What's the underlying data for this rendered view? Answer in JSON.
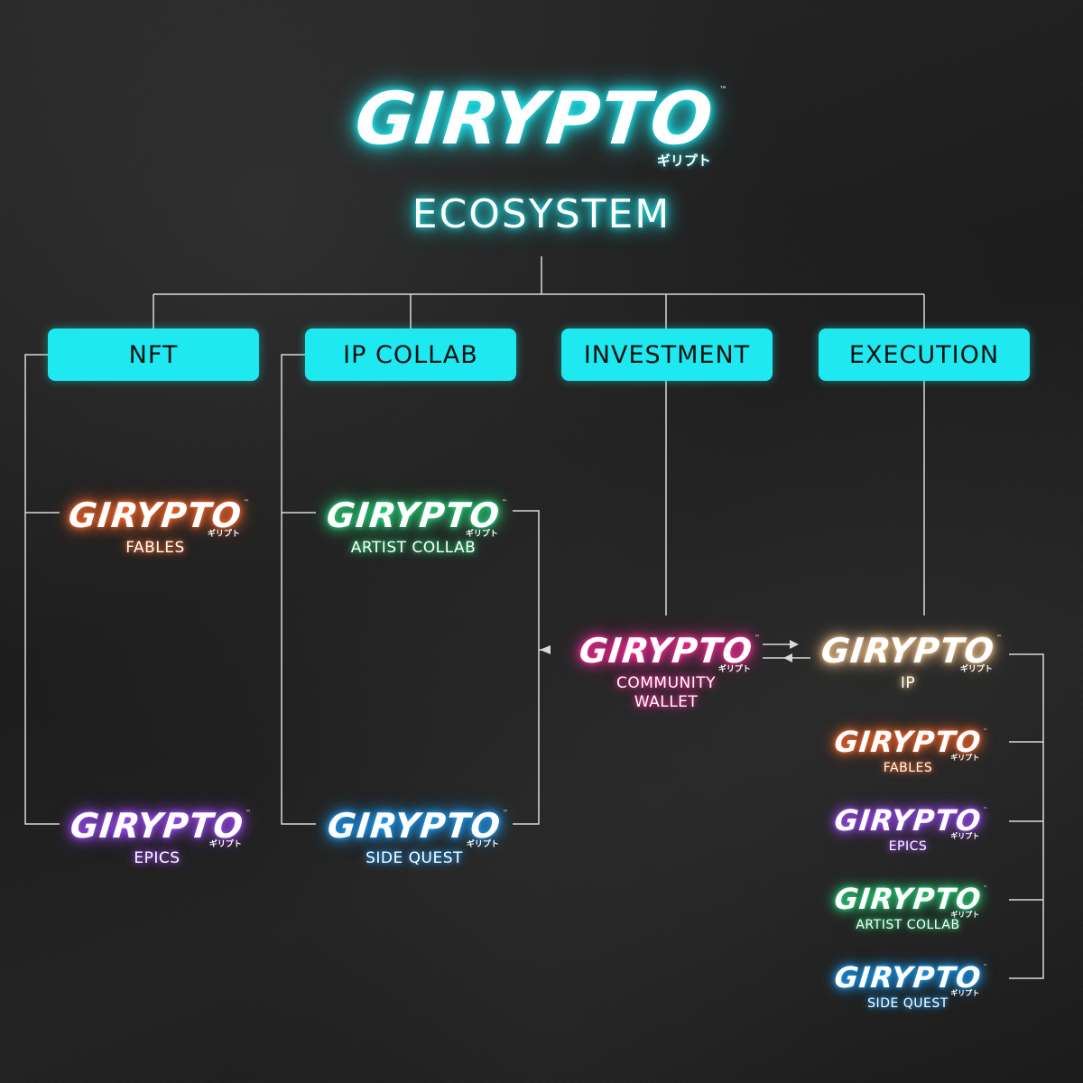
{
  "colors": {
    "cyan": "#1ee8f0",
    "orange": "#ff6a2c",
    "green": "#2ad67c",
    "pink": "#ff2a9a",
    "purple": "#a24dff",
    "blue": "#1ea2ff",
    "gold": "#f2c28a",
    "line": "#d9d9d9"
  },
  "header": {
    "brand": "GIRYPTO",
    "kana": "ギリプト",
    "tm": "™",
    "subtitle": "ECOSYSTEM"
  },
  "categories": [
    {
      "label": "NFT"
    },
    {
      "label": "IP COLLAB"
    },
    {
      "label": "INVESTMENT"
    },
    {
      "label": "EXECUTION"
    }
  ],
  "nodes": {
    "nft_fables": {
      "brand": "GIRYPTO",
      "kana": "ギリプト",
      "tm": "™",
      "label": "FABLES"
    },
    "nft_epics": {
      "brand": "GIRYPTO",
      "kana": "ギリプト",
      "tm": "™",
      "label": "EPICS"
    },
    "ip_artist_collab": {
      "brand": "GIRYPTO",
      "kana": "ギリプト",
      "tm": "™",
      "label": "ARTIST COLLAB"
    },
    "ip_side_quest": {
      "brand": "GIRYPTO",
      "kana": "ギリプト",
      "tm": "™",
      "label": "SIDE QUEST"
    },
    "community_wallet": {
      "brand": "GIRYPTO",
      "kana": "ギリプト",
      "tm": "™",
      "label_line1": "COMMUNITY",
      "label_line2": "WALLET"
    },
    "exec_ip": {
      "brand": "GIRYPTO",
      "kana": "ギリプト",
      "tm": "™",
      "label": "IP"
    },
    "exec_fables": {
      "brand": "GIRYPTO",
      "kana": "ギリプト",
      "tm": "™",
      "label": "FABLES"
    },
    "exec_epics": {
      "brand": "GIRYPTO",
      "kana": "ギリプト",
      "tm": "™",
      "label": "EPICS"
    },
    "exec_artist_collab": {
      "brand": "GIRYPTO",
      "kana": "ギリプト",
      "tm": "™",
      "label": "ARTIST COLLAB"
    },
    "exec_side_quest": {
      "brand": "GIRYPTO",
      "kana": "ギリプト",
      "tm": "™",
      "label": "SIDE QUEST"
    }
  }
}
